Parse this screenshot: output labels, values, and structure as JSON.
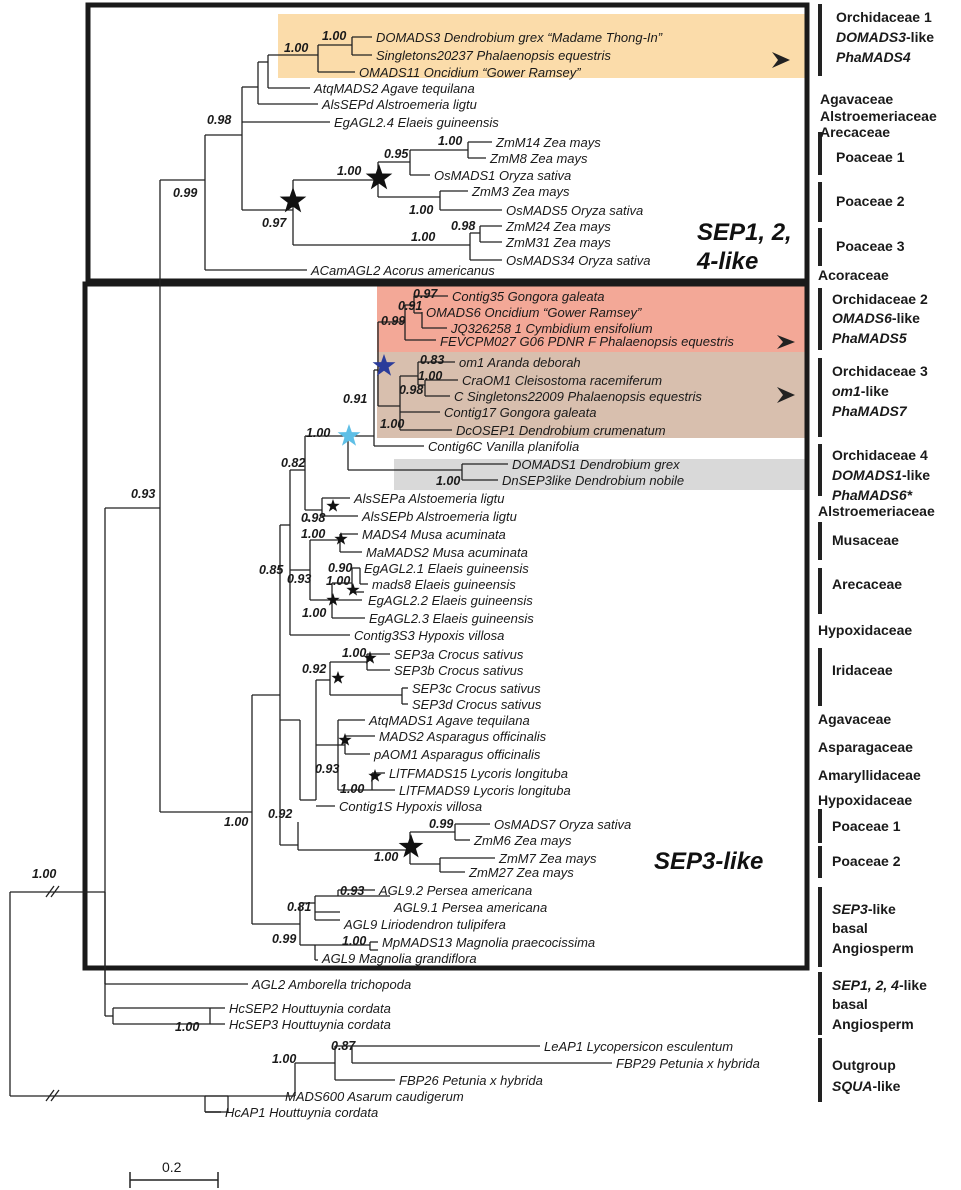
{
  "colors": {
    "orchid1_bg": "#fbdcaa",
    "orchid2_bg": "#f3a897",
    "orchid3_bg": "#d8bfae",
    "orchid4_bg": "#d9d9d9",
    "star_black": "#111111",
    "star_navy": "#2b3c9a",
    "star_cyan": "#5fbfe6"
  },
  "clades": {
    "sep124": "SEP1, 2,",
    "sep124b": "4-like",
    "sep3": "SEP3-like"
  },
  "scale": {
    "label": "0.2"
  },
  "tips": {
    "t01": "DOMADS3 Dendrobium grex “Madame Thong-In”",
    "t02": "Singletons20237 Phalaenopsis equestris",
    "t03": "OMADS11 Oncidium “Gower Ramsey”",
    "t04": "AtqMADS2 Agave tequilana",
    "t05": "AlsSEPd Alstroemeria ligtu",
    "t06": "EgAGL2.4 Elaeis guineensis",
    "t07": "ZmM14 Zea mays",
    "t08": "ZmM8 Zea mays",
    "t09": "OsMADS1 Oryza sativa",
    "t10": "ZmM3 Zea mays",
    "t11": "OsMADS5 Oryza sativa",
    "t12": "ZmM24 Zea mays",
    "t13": "ZmM31 Zea mays",
    "t14": "OsMADS34 Oryza sativa",
    "t15": "ACamAGL2 Acorus americanus",
    "t16": "Contig35 Gongora galeata",
    "t17": "OMADS6 Oncidium “Gower Ramsey”",
    "t18": "JQ326258 1 Cymbidium ensifolium",
    "t19": "FEVCPM027 G06 PDNR F Phalaenopsis equestris",
    "t20": "om1 Aranda deborah",
    "t21": "CraOM1 Cleisostoma racemiferum",
    "t22": "C Singletons22009 Phalaenopsis equestris",
    "t23": "Contig17 Gongora galeata",
    "t24": "DcOSEP1 Dendrobium crumenatum",
    "t25": "Contig6C Vanilla planifolia",
    "t26": "DOMADS1 Dendrobium grex",
    "t27": "DnSEP3like Dendrobium nobile",
    "t28": "AlsSEPa Alstoemeria ligtu",
    "t29": "AlsSEPb Alstroemeria ligtu",
    "t30": "MADS4 Musa acuminata",
    "t31": "MaMADS2 Musa acuminata",
    "t32": "EgAGL2.1 Elaeis guineensis",
    "t33": "mads8 Elaeis guineensis",
    "t34": "EgAGL2.2 Elaeis guineensis",
    "t35": "EgAGL2.3 Elaeis guineensis",
    "t36": "Contig3S3 Hypoxis villosa",
    "t37": "SEP3a Crocus sativus",
    "t38": "SEP3b Crocus sativus",
    "t39": "SEP3c Crocus sativus",
    "t40": "SEP3d Crocus sativus",
    "t41": "AtqMADS1 Agave tequilana",
    "t42": "MADS2 Asparagus officinalis",
    "t43": "pAOM1 Asparagus officinalis",
    "t44": "LlTFMADS15 Lycoris longituba",
    "t45": "LlTFMADS9 Lycoris longituba",
    "t46": "Contig1S Hypoxis villosa",
    "t47": "OsMADS7 Oryza sativa",
    "t48": "ZmM6 Zea mays",
    "t49": "ZmM7 Zea mays",
    "t50": "ZmM27 Zea mays",
    "t51": "AGL9.2 Persea americana",
    "t52": "AGL9.1 Persea americana",
    "t53": "AGL9 Liriodendron tulipifera",
    "t54": "MpMADS13 Magnolia praecocissima",
    "t55": "AGL9 Magnolia grandiflora",
    "t56": "AGL2 Amborella trichopoda",
    "t57": "HcSEP2 Houttuynia cordata",
    "t58": "HcSEP3 Houttuynia cordata",
    "t59": "LeAP1 Lycopersicon esculentum",
    "t60": "FBP29 Petunia x hybrida",
    "t61": "FBP26 Petunia x hybrida",
    "t62": "MADS600 Asarum caudigerum",
    "t63": "HcAP1 Houttuynia cordata"
  },
  "support": {
    "s01": "1.00",
    "s02": "1.00",
    "s03": "0.98",
    "s04": "0.99",
    "s05": "1.00",
    "s06": "0.95",
    "s07": "1.00",
    "s08": "0.97",
    "s09": "1.00",
    "s10": "0.98",
    "s11": "1.00",
    "s12": "0.97",
    "s13": "0.91",
    "s14": "0.99",
    "s15": "0.83",
    "s16": "1.00",
    "s17": "0.98",
    "s18": "1.00",
    "s19": "0.91",
    "s20": "1.00",
    "s21": "0.82",
    "s22": "1.00",
    "s23": "0.93",
    "s24": "0.98",
    "s25": "1.00",
    "s26": "0.85",
    "s27": "0.93",
    "s28": "0.90",
    "s29": "1.00",
    "s30": "1.00",
    "s31": "1.00",
    "s32": "0.92",
    "s33": "0.93",
    "s34": "1.00",
    "s35": "1.00",
    "s36": "0.92",
    "s37": "0.99",
    "s38": "1.00",
    "s39": "0.93",
    "s40": "0.81",
    "s41": "0.99",
    "s42": "1.00",
    "s43": "1.00",
    "s44": "1.00",
    "s45": "0.87",
    "s46": "1.00"
  },
  "groups": {
    "g01a": "Orchidaceae 1",
    "g01b": "DOMADS3",
    "g01b2": "-like",
    "g01c": "PhaMADS4",
    "g02": "Agavaceae",
    "g03": "Alstroemeriaceae",
    "g04": "Arecaceae",
    "g05": "Poaceae 1",
    "g06": "Poaceae 2",
    "g07": "Poaceae 3",
    "g08": "Acoraceae",
    "g09a": "Orchidaceae 2",
    "g09b": "OMADS6",
    "g09b2": "-like",
    "g09c": "PhaMADS5",
    "g10a": "Orchidaceae 3",
    "g10b": "om1",
    "g10b2": "-like",
    "g10c": "PhaMADS7",
    "g11a": "Orchidaceae 4",
    "g11b": "DOMADS1",
    "g11b2": "-like",
    "g11c": "PhaMADS6*",
    "g12": "Alstroemeriaceae",
    "g13": "Musaceae",
    "g14": "Arecaceae",
    "g15": "Hypoxidaceae",
    "g16": "Iridaceae",
    "g17": "Agavaceae",
    "g18": "Asparagaceae",
    "g19": "Amaryllidaceae",
    "g20": "Hypoxidaceae",
    "g21": "Poaceae 1",
    "g22": "Poaceae 2",
    "g23a": "SEP3",
    "g23a2": "-like",
    "g23b": "basal",
    "g23c": "Angiosperm",
    "g24a": "SEP1, 2, 4",
    "g24a2": "-like",
    "g24b": "basal",
    "g24c": "Angiosperm",
    "g25a": "Outgroup",
    "g25b": "SQUA",
    "g25b2": "-like"
  }
}
